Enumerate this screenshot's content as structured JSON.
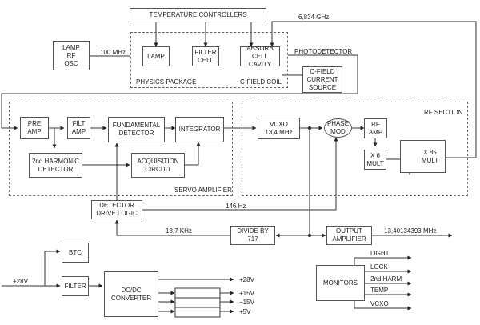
{
  "groups": {
    "physics_package": "PHYSICS PACKAGE",
    "c_field_coil": "C-FIELD COIL",
    "servo_amplifier": "SERVO AMPLIFIER",
    "rf_section": "RF SECTION"
  },
  "blocks": {
    "temperature_controllers": "TEMPERATURE CONTROLLERS",
    "lamp_rf_osc": "LAMP\nRF\nOSC",
    "lamp": "LAMP",
    "filter_cell": "FILTER\nCELL",
    "absorb_cell_cavity": "ABSORB\nCELL\nCAVITY",
    "c_field_current_source": "C-FIELD\nCURRENT\nSOURCE",
    "pre_amp": "PRE\nAMP",
    "filt_amp": "FILT\nAMP",
    "fundamental_detector": "FUNDAMENTAL\nDETECTOR",
    "integrator": "INTEGRATOR",
    "second_harmonic_detector": "2nd HARMONIC\nDETECTOR",
    "acquisition_circuit": "ACQUISITION\nCIRCUIT",
    "vcxo": "VCXO\n13,4 MHz",
    "phase_mod": "PHASE\nMOD",
    "rf_amp": "RF\nAMP",
    "x6_mult": "X 6\nMULT",
    "x85_mult": "X 85\nMULT",
    "detector_drive_logic": "DETECTOR\nDRIVE LOGIC",
    "divide_by_717": "DIVIDE BY\n717",
    "output_amplifier": "OUTPUT\nAMPLIFIER",
    "btc": "BTC",
    "filter": "FILTER",
    "dc_dc_converter": "DC/DC\nCONVERTER",
    "monitors": "MONITORS"
  },
  "signals": {
    "lamp_freq": "100 MHz",
    "microwave_freq": "6,834 GHz",
    "photodetector": "PHOTODETECTOR",
    "modulation_freq": "146 Hz",
    "divider_freq": "18,7 KHz",
    "output_freq": "13,40134393 MHz",
    "input_power": "+28V"
  },
  "power_outputs": [
    "+28V",
    "+15V",
    "−15V",
    "+5V"
  ],
  "monitor_outputs": [
    "LIGHT",
    "LOCK",
    "2nd HARM",
    "TEMP",
    "VCXO"
  ]
}
